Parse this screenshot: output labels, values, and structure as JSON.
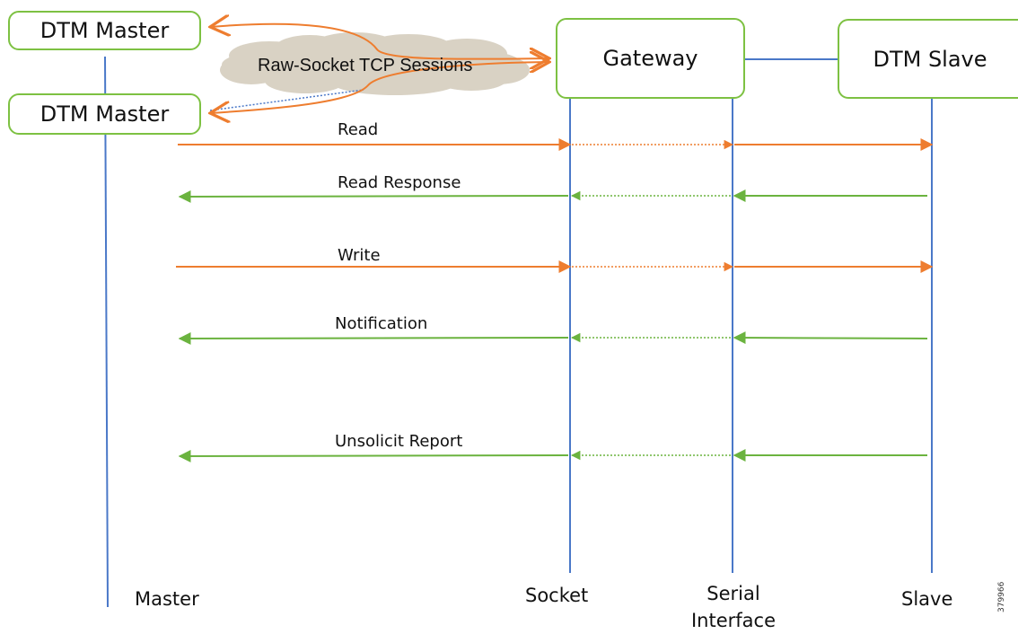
{
  "nodes": {
    "master_top": "DTM Master",
    "master_bottom": "DTM Master",
    "gateway": "Gateway",
    "slave": "DTM Slave"
  },
  "cloud_label": "Raw-Socket TCP Sessions",
  "messages": [
    {
      "label": "Read",
      "direction": "master-to-slave",
      "color": "#ee7d2f"
    },
    {
      "label": "Read Response",
      "direction": "slave-to-master",
      "color": "#6bb33f"
    },
    {
      "label": "Write",
      "direction": "master-to-slave",
      "color": "#ee7d2f"
    },
    {
      "label": "Notification",
      "direction": "slave-to-master",
      "color": "#6bb33f"
    },
    {
      "label": "Unsolicit Report",
      "direction": "slave-to-master",
      "color": "#6bb33f"
    }
  ],
  "lanes": {
    "master": "Master",
    "socket": "Socket",
    "serial_line1": "Serial",
    "serial_line2": "Interface",
    "slave": "Slave"
  },
  "figure_id": "379966",
  "colors": {
    "lifeline": "#4a78c8",
    "box_border": "#7dc142",
    "request": "#ee7d2f",
    "response": "#6bb33f",
    "cloud": "#d9d2c4"
  }
}
